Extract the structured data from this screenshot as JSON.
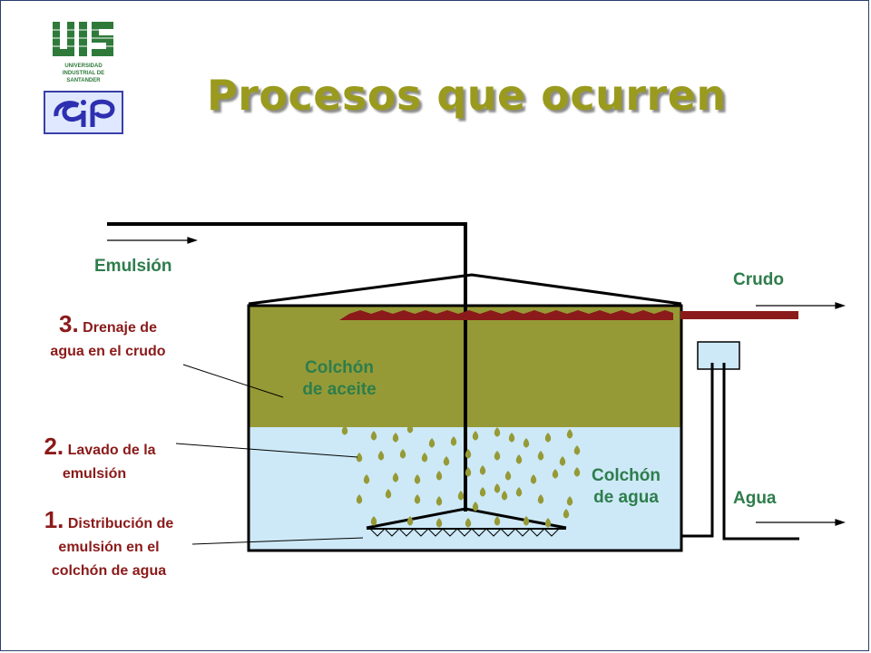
{
  "title": "Procesos que ocurren",
  "logos": {
    "uis_text": "UIS",
    "uis_caption": "UNIVERSIDAD INDUSTRIAL DE SANTANDER"
  },
  "labels": {
    "emulsion": "Emulsión",
    "crudo": "Crudo",
    "agua": "Agua",
    "colchon_aceite_1": "Colchón",
    "colchon_aceite_2": "de aceite",
    "colchon_agua_1": "Colchón",
    "colchon_agua_2": "de agua"
  },
  "processes": [
    {
      "num": "3.",
      "line1": "Drenaje de",
      "line2": "agua en el crudo",
      "line3": ""
    },
    {
      "num": "2.",
      "line1": "Lavado de la",
      "line2": "emulsión",
      "line3": ""
    },
    {
      "num": "1.",
      "line1": "Distribución de",
      "line2": "emulsión en el",
      "line3": "colchón de agua"
    }
  ],
  "colors": {
    "oil": "#969a36",
    "water": "#cde9f7",
    "droplet": "#969a36",
    "crude_pipe": "#8b1a1a",
    "label_green": "#2e7d4c",
    "label_red": "#8b1a1a",
    "title": "#9a9a1e"
  }
}
